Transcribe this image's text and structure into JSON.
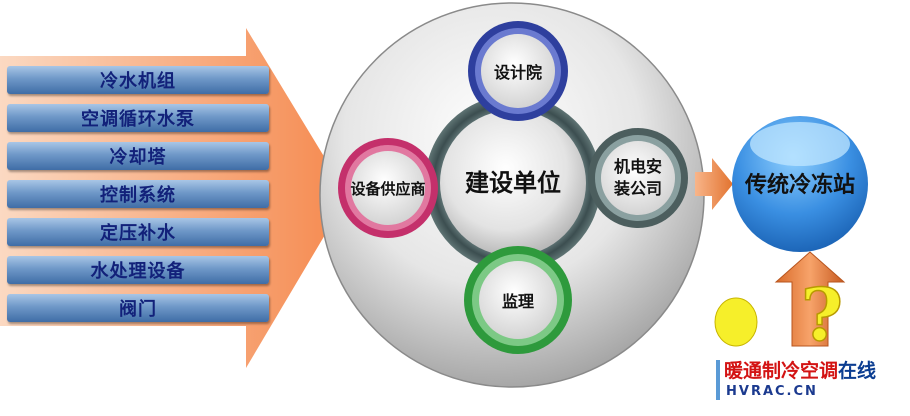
{
  "inputs": [
    "冷水机组",
    "空调循环水泵",
    "冷却塔",
    "控制系统",
    "定压补水",
    "水处理设备",
    "阀门"
  ],
  "center": {
    "core": "建设单位",
    "top": "设计院",
    "left": "设备供应商",
    "right_line1": "机电安",
    "right_line2": "装公司",
    "bottom": "监理"
  },
  "result": "传统冷冻站",
  "question_mark": "?",
  "watermark": {
    "cn_red": "暖通制冷空调",
    "cn_blue": "在线",
    "en": "HVRAC.CN"
  },
  "colors": {
    "arrow": "#f59a62",
    "bar_text": "#12217a",
    "ring_top": "#2e3f9e",
    "ring_left": "#c4306b",
    "ring_bottom": "#2e9a3c",
    "ring_right": "#4c5e5e",
    "result_sphere": "#3f8fe0"
  }
}
